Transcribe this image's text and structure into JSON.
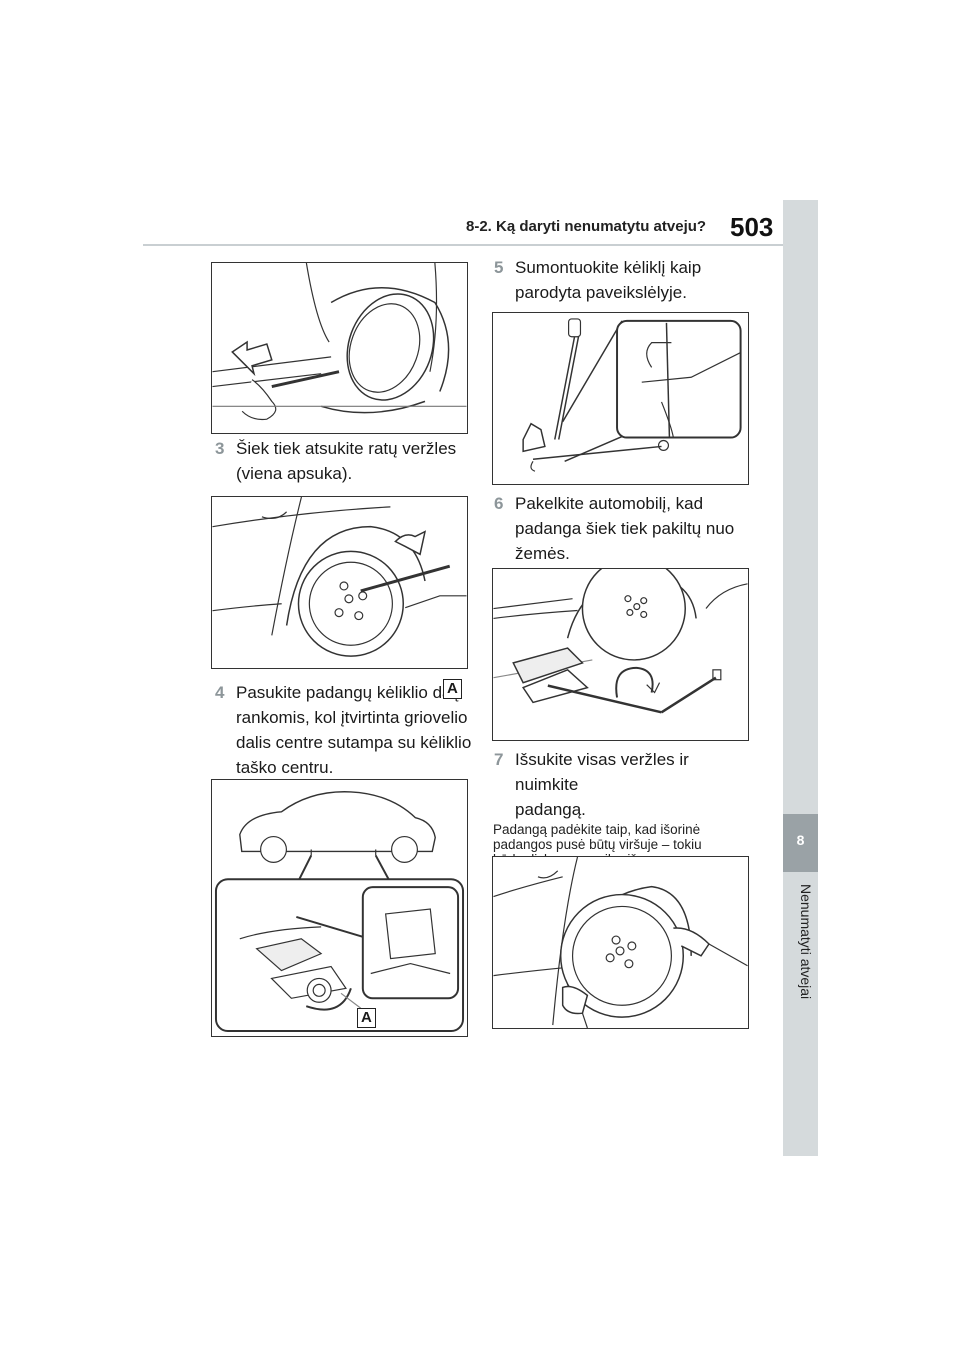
{
  "header": {
    "section_title": "8-2. Ką daryti nenumatytu atveju?",
    "page_number": "503"
  },
  "side_tab": {
    "chapter_number": "8",
    "chapter_title": "Nenumatyti atvejai"
  },
  "steps": [
    {
      "number": "3",
      "text": "Šiek tiek atsukite ratų veržles\n(viena apsuka)."
    },
    {
      "number": "4",
      "text": "Pasukite padangų kėliklio dalį\nrankomis, kol įtvirtinta griovelio\ndalis centre sutampa su kėliklio\ntaško centru."
    },
    {
      "number": "5",
      "text": "Sumontuokite kėliklį kaip\nparodyta paveikslėlyje."
    },
    {
      "number": "6",
      "text": "Pakelkite automobilį, kad\npadanga šiek tiek pakiltų nuo\nžemės."
    },
    {
      "number": "7",
      "text": "Išsukite visas veržles ir nuimkite\npadangą."
    }
  ],
  "note": "Padangą padėkite taip, kad išorinė\npadangos pusė būtų viršuje – tokiu\nbūdu diskas nesusibraižys.",
  "callout_label": "A",
  "figures": [
    {
      "id": "remove-wheel-cover",
      "icon": "wheel-cap-removal-icon"
    },
    {
      "id": "loosen-nuts",
      "icon": "lug-wrench-icon"
    },
    {
      "id": "jack-position",
      "icon": "car-jack-point-icon"
    },
    {
      "id": "assemble-jack",
      "icon": "jack-handle-assembly-icon"
    },
    {
      "id": "raise-vehicle",
      "icon": "jack-raise-icon"
    },
    {
      "id": "remove-tire",
      "icon": "tire-removal-icon"
    }
  ]
}
